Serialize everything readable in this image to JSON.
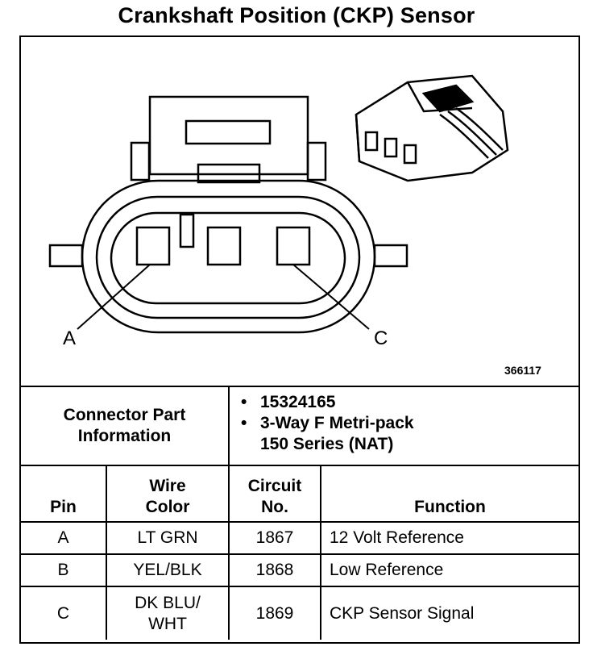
{
  "title": "Crankshaft Position (CKP) Sensor",
  "figure": {
    "id": "366117",
    "pin_labels": [
      "A",
      "C"
    ]
  },
  "connector": {
    "label_line1": "Connector Part",
    "label_line2": "Information",
    "bullets": [
      "15324165",
      "3-Way F Metri-pack",
      "150 Series (NAT)"
    ],
    "bullet_symbol": "•"
  },
  "table": {
    "headers": {
      "pin": "Pin",
      "wire_color_line1": "Wire",
      "wire_color_line2": "Color",
      "circuit_line1": "Circuit",
      "circuit_line2": "No.",
      "function": "Function"
    },
    "rows": [
      {
        "pin": "A",
        "wire_line1": "LT GRN",
        "wire_line2": "",
        "circuit": "1867",
        "function": "12 Volt Reference"
      },
      {
        "pin": "B",
        "wire_line1": "YEL/BLK",
        "wire_line2": "",
        "circuit": "1868",
        "function": "Low Reference"
      },
      {
        "pin": "C",
        "wire_line1": "DK BLU/",
        "wire_line2": "WHT",
        "circuit": "1869",
        "function": "CKP Sensor Signal"
      }
    ]
  }
}
